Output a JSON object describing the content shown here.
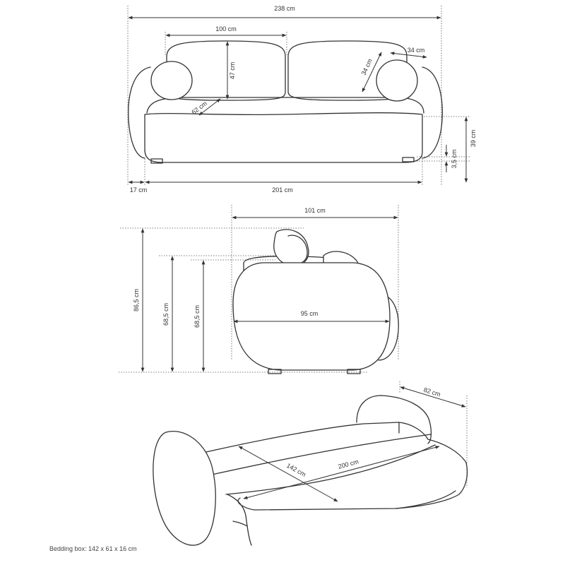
{
  "front_view": {
    "total_width": "238 cm",
    "cushion_width": "100 cm",
    "backrest_height": "47 cm",
    "pillow_height": "34 cm",
    "pillow_width": "34 cm",
    "seat_depth": "62 cm",
    "seat_height": "39 cm",
    "leg_height": "3,5 cm",
    "armrest_width": "17 cm",
    "inner_width": "201 cm"
  },
  "side_view": {
    "total_depth": "101 cm",
    "seat_depth": "95 cm",
    "total_height": "86,5 cm",
    "height_a": "68,5 cm",
    "height_b": "68,5 cm"
  },
  "bed_view": {
    "bed_depth": "82 cm",
    "sleep_width": "142 cm",
    "sleep_length": "200 cm"
  },
  "note": "Bedding box: 142 x 61 x 16 cm"
}
